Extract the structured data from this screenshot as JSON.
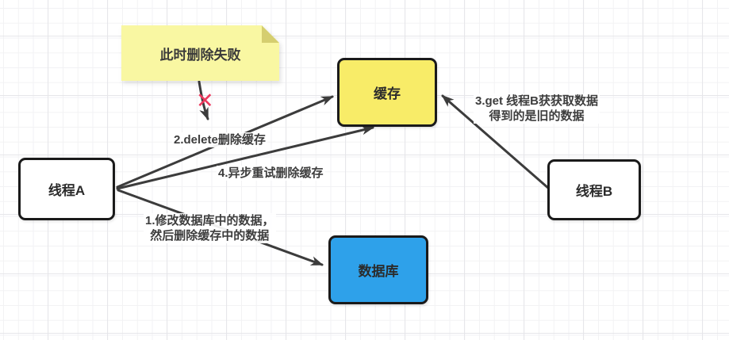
{
  "diagram": {
    "note": {
      "text": "此时删除失败",
      "fill": "#f9f7a2",
      "fold_color": "#d5ce6f"
    },
    "fail_mark": {
      "glyph": "✕",
      "color": "#ec3a5e"
    },
    "nodes": {
      "cache": {
        "label": "缓存",
        "fill": "#f8ec68"
      },
      "thread_a": {
        "label": "线程A",
        "fill": "#ffffff"
      },
      "thread_b": {
        "label": "线程B",
        "fill": "#ffffff"
      },
      "database": {
        "label": "数据库",
        "fill": "#2ea1ea"
      }
    },
    "edges": {
      "step1": {
        "label_line1": "1.修改数据库中的数据，",
        "label_line2": "然后删除缓存中的数据"
      },
      "step2": {
        "label": "2.delete删除缓存"
      },
      "step3": {
        "label_line1": "3.get 线程B获获取数据",
        "label_line2": "得到的是旧的数据"
      },
      "step4": {
        "label": "4.异步重试删除缓存"
      }
    },
    "colors": {
      "line": "#3c3c3c",
      "border": "#1a1a1a"
    }
  }
}
